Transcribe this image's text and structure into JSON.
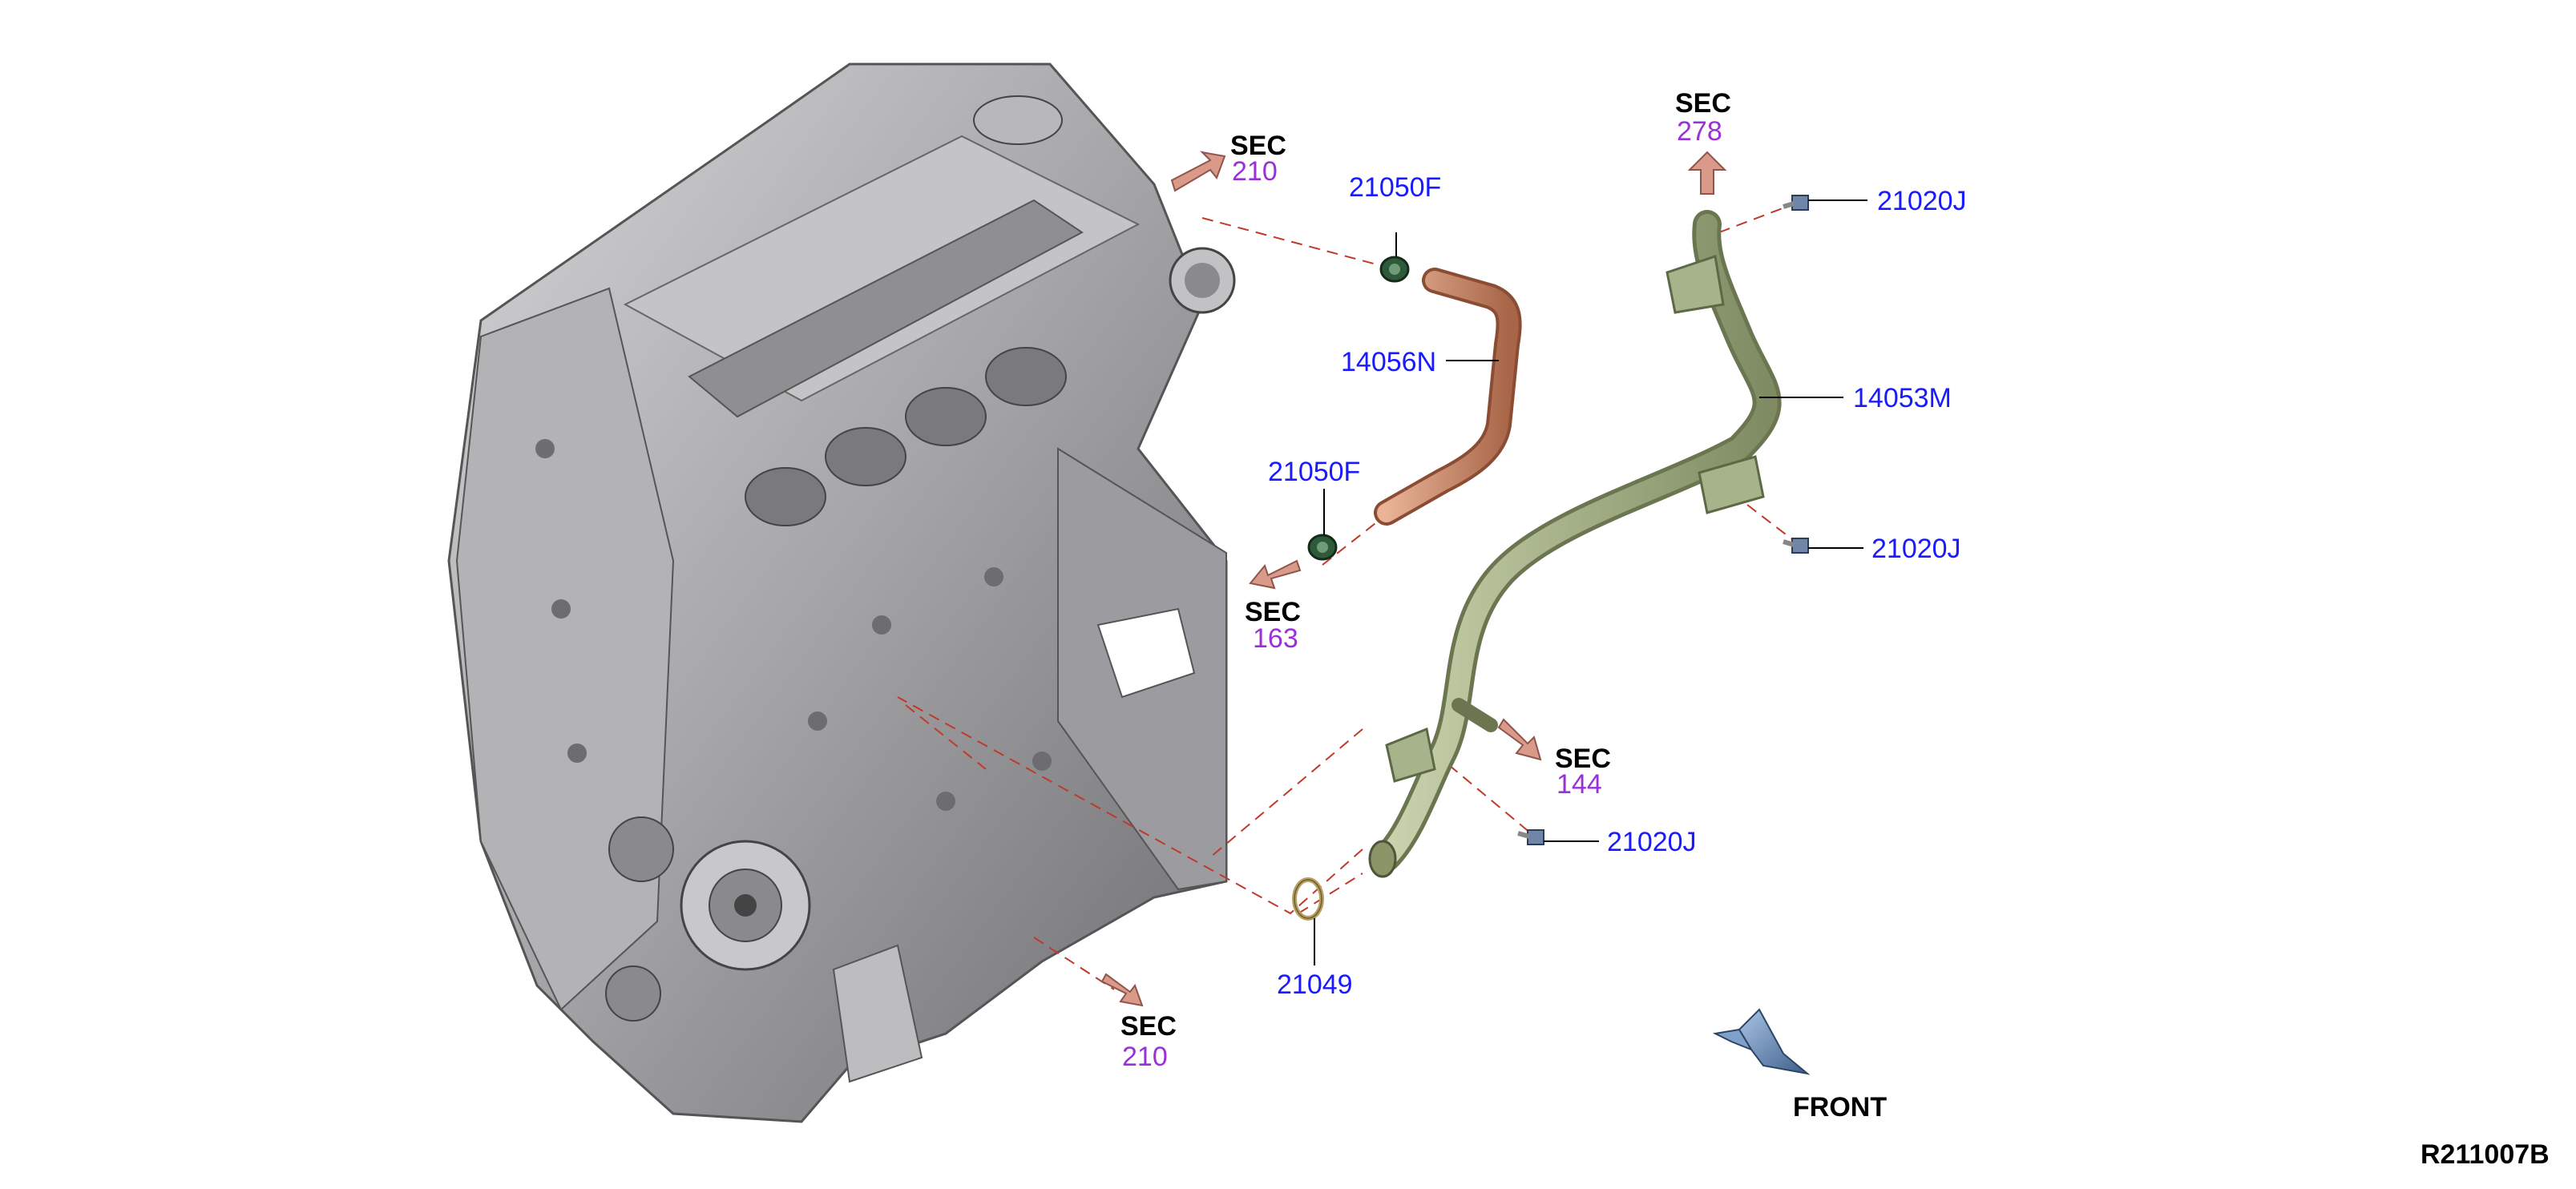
{
  "diagram_id": "R211007B",
  "part_labels": {
    "clamp_upper": "21050F",
    "clamp_lower": "21050F",
    "hose": "14056N",
    "water_pipe": "14053M",
    "bolt_top": "21020J",
    "bolt_mid": "21020J",
    "bolt_low": "21020J",
    "gasket": "21049"
  },
  "sections": {
    "sec_210_top": {
      "label": "SEC",
      "number": "210"
    },
    "sec_278": {
      "label": "SEC",
      "number": "278"
    },
    "sec_163": {
      "label": "SEC",
      "number": "163"
    },
    "sec_144": {
      "label": "SEC",
      "number": "144"
    },
    "sec_210_bottom": {
      "label": "SEC",
      "number": "210"
    }
  },
  "front_label": "FRONT",
  "colors": {
    "part_number": "#1a1aff",
    "section_number": "#9b30d9",
    "dashed_line": "#c0392b",
    "engine": "#a9a9ab",
    "hose": "#c98a6a",
    "pipe": "#a7b38a",
    "clamp": "#2f5a3a",
    "arrow": "#d99a8a",
    "front_arrow": "#5b7fa8"
  }
}
